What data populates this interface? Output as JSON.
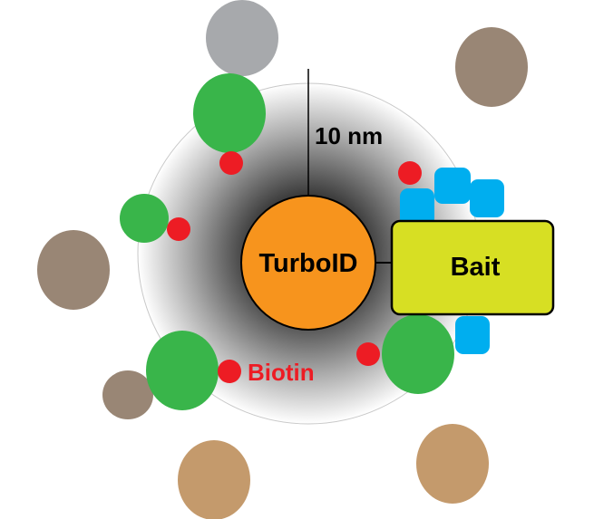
{
  "labels": {
    "radius": "10 nm",
    "enzyme": "TurboID",
    "bait": "Bait",
    "biotin": "Biotin"
  },
  "colors": {
    "halo_dark": "#1a1a1a",
    "halo_edge": "#ffffff",
    "turboid": "#f7941d",
    "bait": "#d7df23",
    "biotin": "#ed1c24",
    "labeled_protein": "#39b54a",
    "bait_partner": "#00aeef",
    "distant_protein_brown": "#998675",
    "distant_protein_tan": "#c49a6c",
    "distant_protein_gray": "#a7a9ac",
    "biotin_text": "#ed1c24"
  }
}
